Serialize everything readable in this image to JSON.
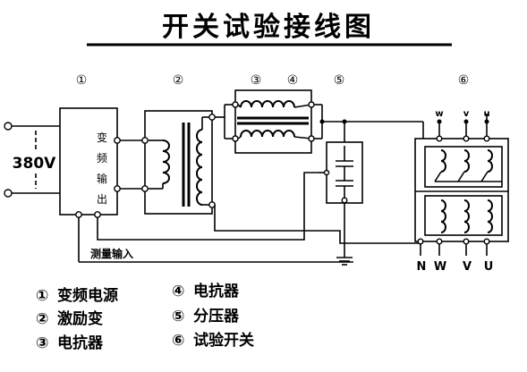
{
  "title": "开关试验接线图",
  "markers": [
    "①",
    "②",
    "③",
    "④",
    "⑤",
    "⑥"
  ],
  "input_voltage": "380V",
  "freq_box_lines": [
    "变",
    "频",
    "输",
    "出"
  ],
  "phase_top": [
    "w",
    "v",
    "u"
  ],
  "phase_bottom": [
    "N",
    "W",
    "V",
    "U"
  ],
  "measure_label": "测量输入",
  "legend": [
    {
      "marker": "①",
      "label": "变频电源"
    },
    {
      "marker": "②",
      "label": "激励变"
    },
    {
      "marker": "③",
      "label": "电抗器"
    },
    {
      "marker": "④",
      "label": "电抗器"
    },
    {
      "marker": "⑤",
      "label": "分压器"
    },
    {
      "marker": "⑥",
      "label": "试验开关"
    }
  ]
}
